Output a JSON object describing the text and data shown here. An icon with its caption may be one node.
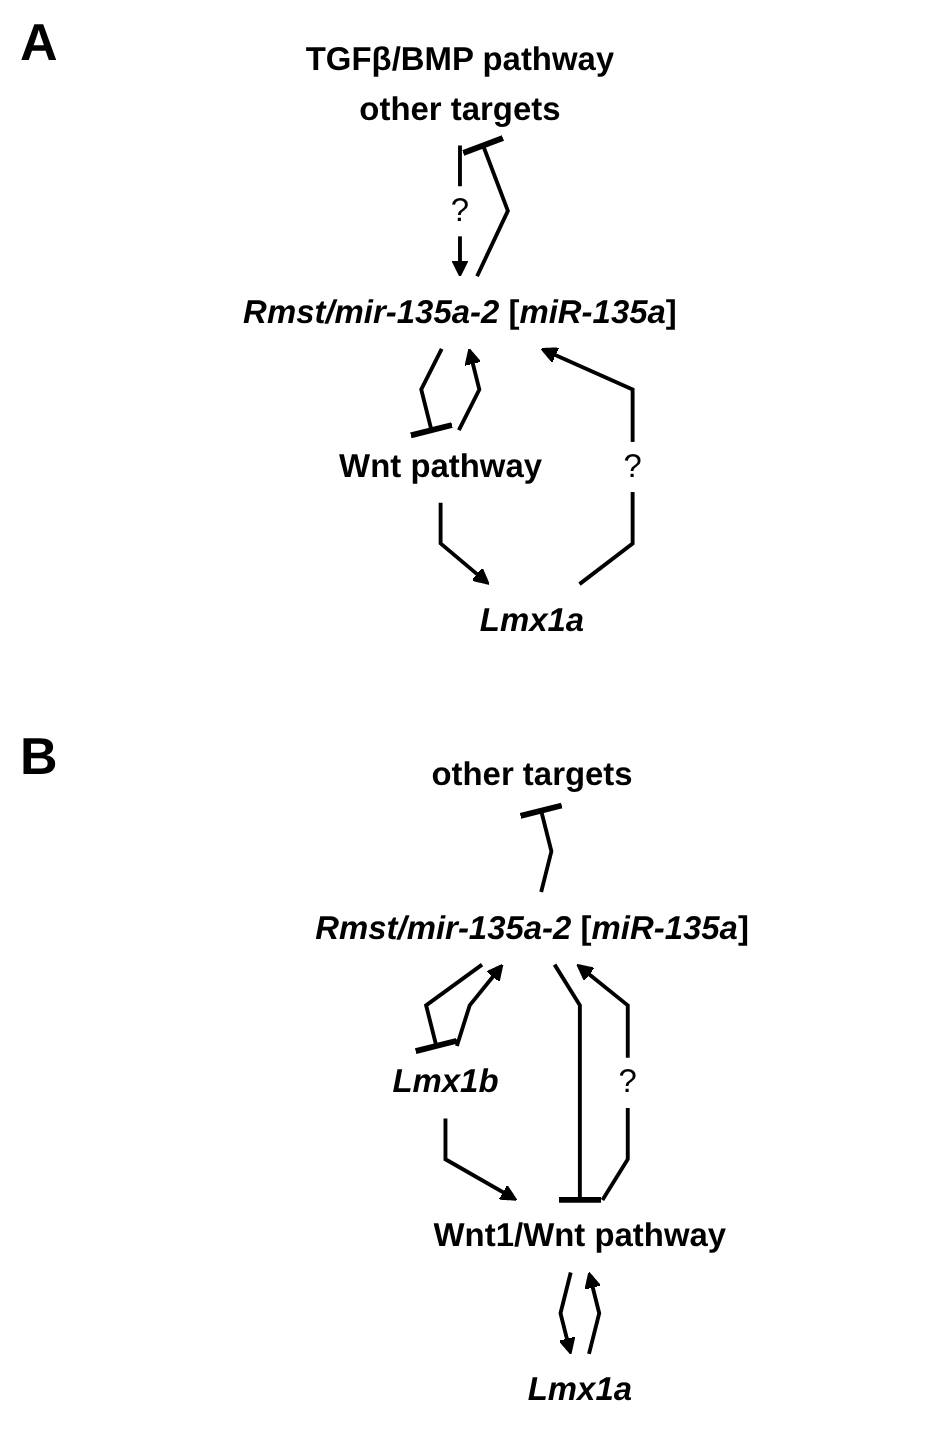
{
  "diagram": {
    "nodes": [
      {
        "text": [
          "TGFβ/BMP pathway",
          "other targets"
        ]
      },
      {
        "text": [
          "*Rmst/mir-135a-2* [*miR-135a*]"
        ]
      },
      {
        "text": [
          "Wnt pathway"
        ]
      },
      {
        "text": [
          "Lmx1a"
        ]
      },
      {
        "text": [
          "other targets"
        ]
      },
      {
        "text": [
          "*Rmst/mir-135a-2* [*miR-135a*]"
        ]
      },
      {
        "text": [
          "Lmx1b"
        ]
      },
      {
        "text": [
          "Wnt1/Wnt pathway"
        ]
      },
      {
        "text": [
          "Lmx1a"
        ]
      }
    ],
    "edges": [
      {
        "from": 0,
        "to": 1,
        "arrow": "to",
        "label": "?"
      },
      {
        "from": 1,
        "to": 0,
        "arrow": "other"
      },
      {
        "from": 1,
        "to": 2,
        "arrow": "other"
      },
      {
        "from": 2,
        "to": 1,
        "arrow": "to"
      },
      {
        "from": 2,
        "to": 3,
        "arrow": "to"
      },
      {
        "from": 3,
        "to": 1,
        "arrow": "to",
        "label": "?"
      },
      {
        "from": 5,
        "to": 4,
        "arrow": "other"
      },
      {
        "from": 6,
        "to": 5,
        "arrow": "to"
      },
      {
        "from": 5,
        "to": 6,
        "arrow": "other"
      },
      {
        "from": 6,
        "to": 7,
        "arrow": "to"
      },
      {
        "from": 5,
        "to": 7,
        "arrow": "other"
      },
      {
        "from": 7,
        "to": 5,
        "arrow": "to",
        "label": "?"
      },
      {
        "from": 8,
        "to": 7,
        "arrow": "to"
      },
      {
        "from": 7,
        "to": 8,
        "arrow": "to"
      }
    ],
    "labels": [
      "A",
      "B"
    ]
  }
}
